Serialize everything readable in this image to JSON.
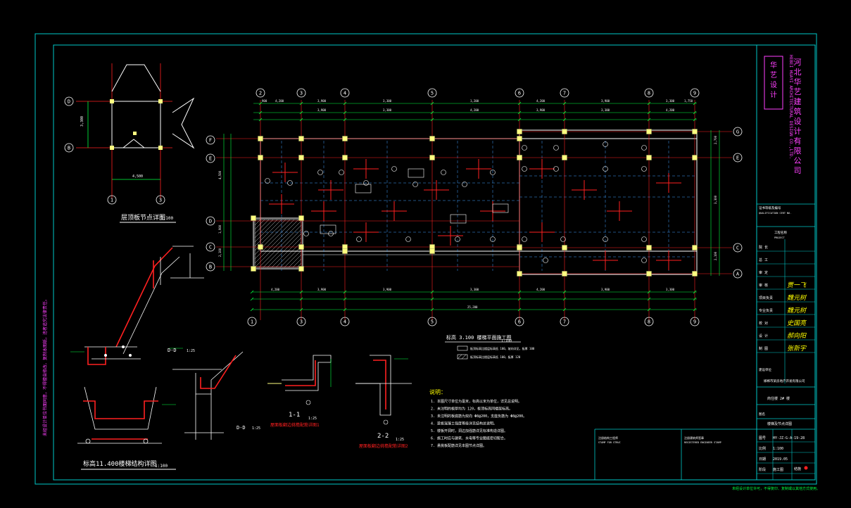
{
  "colors": {
    "background": "#000000",
    "frame": "#00c8c8",
    "grid_line": "#ff2020",
    "dim_line": "#00ff40",
    "column": "#ffff80",
    "beam": "#ffffff",
    "text": "#ffffff",
    "axis_bubble": "#ffffff",
    "company": "#ff40ff",
    "signature": "#ffff00"
  },
  "axes": {
    "top_numbers": [
      "2",
      "3",
      "4",
      "5",
      "6",
      "7",
      "8",
      "9"
    ],
    "bottom_numbers": [
      "1",
      "3",
      "4",
      "5",
      "6",
      "7",
      "8",
      "9"
    ],
    "left_letters": [
      "F",
      "E",
      "D",
      "C",
      "B"
    ],
    "right_letters": [
      "G",
      "E",
      "C",
      "A"
    ],
    "detail_letters": [
      "D",
      "B"
    ],
    "detail_numbers": [
      "1",
      "3"
    ]
  },
  "dims": {
    "top_row1": [
      "900",
      "4,200",
      "3,900",
      "3,300",
      "1,200",
      "4,200",
      "3,900",
      "3,300",
      "1,750"
    ],
    "top_row2": [
      "3,900",
      "3,300",
      "4,200",
      "3,900",
      "3,300",
      "4,200"
    ],
    "bottom_row": [
      "4,200",
      "3,900",
      "3,900",
      "3,300",
      "4,200",
      "3,900",
      "3,300"
    ],
    "bottom_total": "25,200",
    "left": [
      "4,500",
      "1,900",
      "2,100"
    ],
    "right": [
      "2,700",
      "3,300",
      "2,100"
    ]
  },
  "titles": {
    "detail_top": "层顶板节点详图",
    "detail_top_scale": "1:100",
    "section_a": "D-D",
    "section_a_scale": "1:25",
    "section_b": "D-D",
    "section_b_scale": "1:25",
    "section_1": "1-1",
    "section_1_scale": "1:25",
    "section_1_caption": "屋面板翻边挑檐配筋详图1",
    "section_2": "2-2",
    "section_2_scale": "1:25",
    "section_2_caption": "屋面板翻边挑檐配筋详图2",
    "main_plan": "标高11.400楼梯结构详图",
    "main_plan_scale": "1:100",
    "legend_title": "标高 3.100 楼梯平面施工图",
    "legend_scale": "1:100",
    "legend_1": "板顶标高比楼层标高低 100，坡向详见，板厚 100",
    "legend_2": "板顶标高比楼层标高低 100，板厚 120"
  },
  "notes": {
    "title": "说明：",
    "lines": [
      "1. 本图尺寸单位为毫米，标高以米为单位，详见总说明。",
      "2. 未注明的板厚均为 120，板顶标高同楼层标高。",
      "3. 未注明的板底筋为双向 Φ8@200，支座负筋为 Φ8@200。",
      "4. 梁板混凝土强度等级详见结构总说明。",
      "5. 楼板开洞时，洞边加强筋详见标准构造详图。",
      "6. 施工时应与建筑、水电等专业图纸密切配合。",
      "7. 悬挑板配筋详见本图节点详图。"
    ]
  },
  "title_block": {
    "company_cn": "河北华艺建筑设计有限公司",
    "company_en": "HEBEI HUAYI ARCHITECTURAL DESIGN CO.,LTD.",
    "logo_text": "华艺设计",
    "cert_label": "证书等级及编号",
    "cert_en": "QUALIFICATION CERT NO.",
    "project_label": "工程名称",
    "project_en": "PROJECT",
    "rows": [
      {
        "label": "院 长",
        "sign": ""
      },
      {
        "label": "总 工",
        "sign": ""
      },
      {
        "label": "审 定",
        "sign": ""
      },
      {
        "label": "审 核",
        "sign": "贾一飞"
      },
      {
        "label": "项目负责",
        "sign": "魏元树"
      },
      {
        "label": "专业负责",
        "sign": "魏元树"
      },
      {
        "label": "校 对",
        "sign": "史国亮"
      },
      {
        "label": "设 计",
        "sign": "郝向阳"
      },
      {
        "label": "制 图",
        "sign": "张新宇"
      }
    ],
    "client_label": "建设单位",
    "client_name": "邯郸市某房地产开发有限公司",
    "project_name": "商住楼 2# 楼",
    "drawing_label": "图名",
    "drawing_name": "楼梯及节点详图",
    "drawing_no_label": "图号",
    "drawing_no": "HY-JZ-G-A-19-28",
    "scale_label": "比例",
    "scale": "1:100",
    "date_label": "日期",
    "date": "2019.05",
    "stage_label": "阶段",
    "stage": "施工图",
    "sheet": "结施",
    "bottom_note": "未经设计单位许可，不得复印、复制或以其他方式使用。",
    "stamp_1": "注册结构工程师",
    "stamp_1_en": "STAMP FOR STRUC",
    "stamp_2": "注册建筑师签章",
    "stamp_2_en": "REGISTERED ENGINEER STAMP"
  },
  "side_note": "未经设计单位书面同意，不得擅自修改、复制本图纸，违者追究法律责任。"
}
